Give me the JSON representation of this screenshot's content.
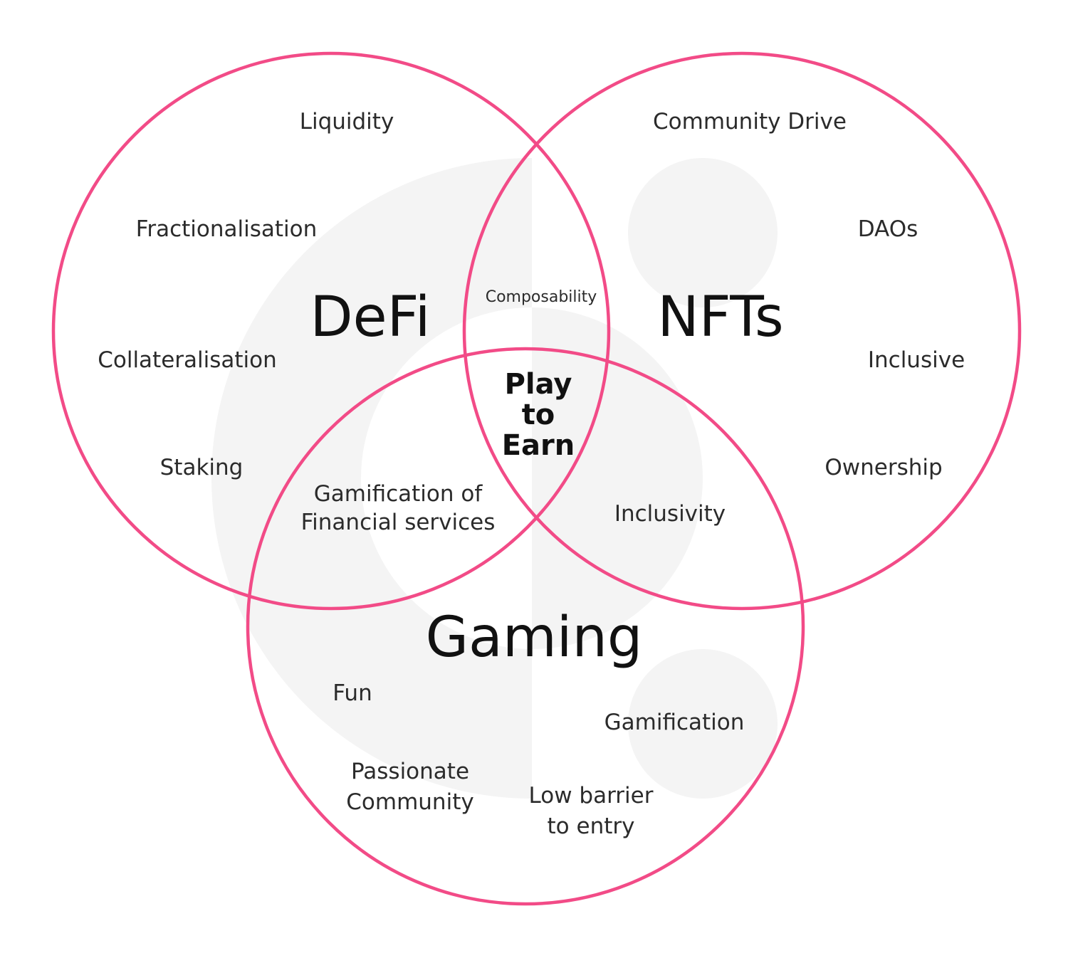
{
  "colors": {
    "circle_stroke": "#f24b87",
    "background_shape": "#f4f4f4"
  },
  "sets": {
    "defi": "DeFi",
    "nfts": "NFTs",
    "gaming": "Gaming"
  },
  "defi_items": [
    "Liquidity",
    "Fractionalisation",
    "Collateralisation",
    "Staking"
  ],
  "nfts_items": [
    "Community Drive",
    "DAOs",
    "Inclusive",
    "Ownership"
  ],
  "gaming_items": [
    "Fun",
    "Passionate",
    "Community",
    "Gamification",
    "Low barrier",
    "to entry"
  ],
  "overlaps": {
    "defi_nfts": "Composability",
    "defi_gaming": [
      "Gamification of",
      "Financial services"
    ],
    "nfts_gaming": "Inclusivity",
    "all": [
      "Play",
      "to",
      "Earn"
    ]
  }
}
